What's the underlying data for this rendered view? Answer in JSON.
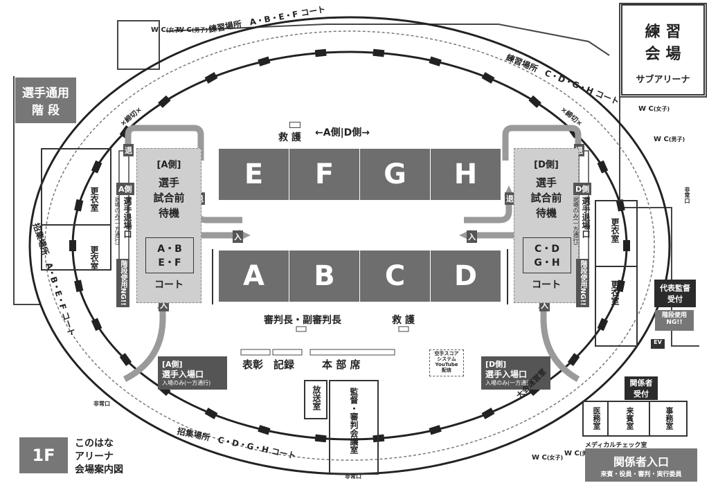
{
  "courts": {
    "top": [
      {
        "label": "E"
      },
      {
        "label": "F"
      },
      {
        "label": "G"
      },
      {
        "label": "H"
      }
    ],
    "bottom": [
      {
        "label": "A"
      },
      {
        "label": "B"
      },
      {
        "label": "C"
      },
      {
        "label": "D"
      }
    ]
  },
  "practice_hall": {
    "title_line1": "練 習",
    "title_line2": "会 場",
    "subtitle": "サブアリーナ"
  },
  "athlete_stairs": {
    "line1": "選手通用",
    "line2": "階 段"
  },
  "floor_badge": "1F",
  "venue_name": {
    "line1": "このはな",
    "line2": "アリーナ",
    "line3": "会場案内図"
  },
  "top_labels": {
    "rescue": "救 護",
    "sides": "←A側|D側→",
    "practice_abef": "練習場所　A・B・E・F コート",
    "practice_cdgh": "練習場所　C・D・G・H コート"
  },
  "wait_a": {
    "side": "[A側]",
    "l1": "選手",
    "l2": "試合前",
    "l3": "待機",
    "courts1": "A・B",
    "courts2": "E・F",
    "court_word": "コート"
  },
  "wait_d": {
    "side": "[D側]",
    "l1": "選手",
    "l2": "試合前",
    "l3": "待機",
    "courts1": "C・D",
    "courts2": "G・H",
    "court_word": "コート"
  },
  "exit_a": {
    "tag": "A側",
    "main": "選手退場口",
    "sub": "退場のみ(一方通行)",
    "note": "階段使用NG!!"
  },
  "exit_d": {
    "tag": "D側",
    "main": "選手退場口",
    "sub": "退場のみ(一方通行)",
    "note": "階段使用NG!!"
  },
  "entrance_a": {
    "title": "[A側]",
    "main": "選手入場口",
    "sub": "入場のみ(一方通行)"
  },
  "entrance_d": {
    "title": "[D側]",
    "main": "選手入場口",
    "sub": "入場のみ(一方通行)"
  },
  "arrow_tags": {
    "exit": "退",
    "enter": "入"
  },
  "floor_labels": {
    "referee": "審判長・副審判長",
    "rescue": "救 護",
    "award": "表彰",
    "record": "記録",
    "hq": "本 部 席",
    "score_line1": "空手スコア",
    "score_line2": "システム",
    "score_line3": "YouTube",
    "score_line4": "配信"
  },
  "rooms": {
    "broadcast": "放送室",
    "director_meeting": "監督・審判会議室",
    "management": "大会運営室",
    "medical": "医務室",
    "guest": "来賓室",
    "office": "事務室",
    "medical_check": "メディカルチェック室",
    "locker": "更衣室",
    "ev": "EV"
  },
  "wc": {
    "letters": "W C",
    "female": "女子",
    "male": "男子"
  },
  "emergency_exit": "非常口",
  "keepout": "×締切×",
  "gathering_abef": "招集場所　A・B・E・F コート",
  "gathering_cdgh": "招集場所　C・D・G・H コート",
  "stairs_ng": {
    "line1": "階段使用",
    "line2": "NG!!"
  },
  "rep_reception": {
    "line1": "代表監督",
    "line2": "受付"
  },
  "staff_reception": {
    "line1": "関係者",
    "line2": "受付"
  },
  "staff_entrance": {
    "main": "関係者入口",
    "sub": "来賓・役員・審判・実行委員"
  },
  "colors": {
    "court": "#6e6e6e",
    "dark": "#2b2b2b",
    "panel": "#cfcfcf",
    "arrow": "#9a9a9a"
  }
}
